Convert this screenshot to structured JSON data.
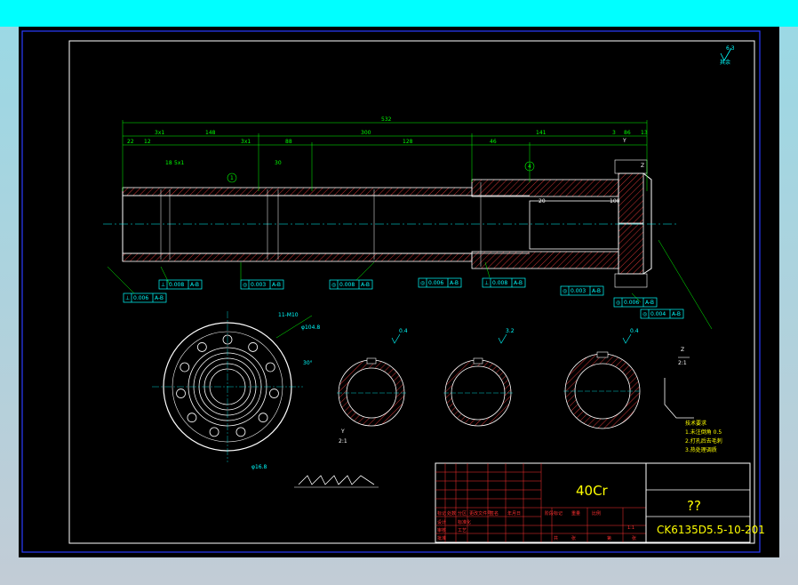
{
  "drawing": {
    "roughness": "6.3",
    "roughness_note": "其余",
    "material": "40Cr",
    "part_name": "??",
    "drawing_no": "CK6135D5.5-10-201",
    "scale": "1:1",
    "view_labels": {
      "y_top": "Y",
      "y_ratio": "2:1",
      "z_top": "Z",
      "z_ratio": "2:1"
    },
    "callout_1": "1",
    "callout_4": "4",
    "tech_title": "技术要求",
    "tech_notes": [
      "1.未注倒角 0.5",
      "2.打孔后去毛刺",
      "3.热处理调质"
    ],
    "dims": {
      "overall": "532",
      "d1": "148",
      "d2": "300",
      "d3": "141",
      "d4": "88",
      "d5": "128",
      "d6": "46",
      "d7": "3",
      "d8": "86",
      "d9": "13",
      "d10": "22",
      "d11": "12",
      "d12": "3x1",
      "d13": "18",
      "d14": "5x1",
      "d15": "30",
      "d16": "3x1",
      "d17": "20",
      "d18": "100",
      "bolt_circle": "φ104.8",
      "flange": "φ16.8",
      "angle": "30°",
      "hole_text": "11-M10"
    },
    "tolerance_frames": [
      {
        "sym": "⊥",
        "val": "0.006",
        "ref": "A-B"
      },
      {
        "sym": "⊥",
        "val": "0.008",
        "ref": "A-B"
      },
      {
        "sym": "◎",
        "val": "0.003",
        "ref": "A-B"
      },
      {
        "sym": "◎",
        "val": "0.008",
        "ref": "A-B"
      },
      {
        "sym": "◎",
        "val": "0.006",
        "ref": "A-B"
      },
      {
        "sym": "⊥",
        "val": "0.008",
        "ref": "A-B"
      },
      {
        "sym": "◎",
        "val": "0.003",
        "ref": "A-B"
      },
      {
        "sym": "◎",
        "val": "0.006",
        "ref": "A-B"
      },
      {
        "sym": "◎",
        "val": "0.004",
        "ref": "A-B"
      }
    ],
    "section_roughness": [
      "0.4",
      "3.2",
      "0.4"
    ],
    "title_block_cells": [
      "标记",
      "处数",
      "分区",
      "更改文件号",
      "签名",
      "年月日",
      "设计",
      "标准化",
      "审核",
      "工艺",
      "批准",
      "阶段标记",
      "重量",
      "比例",
      "共",
      "张",
      "第",
      "张"
    ]
  }
}
